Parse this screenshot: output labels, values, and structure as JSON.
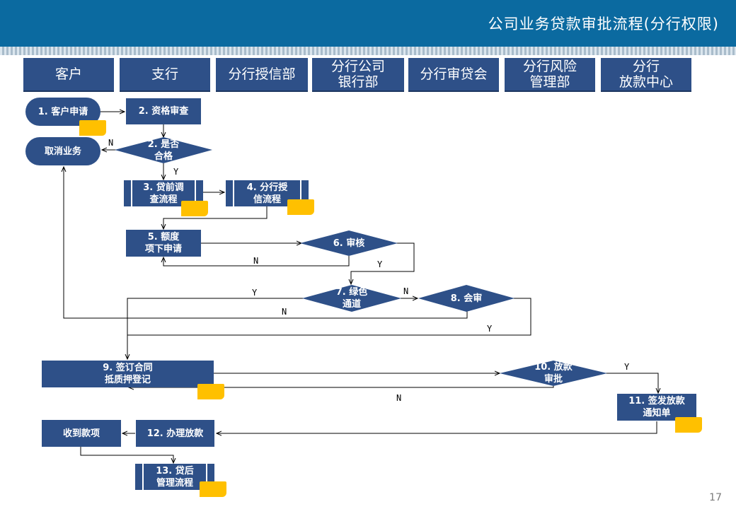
{
  "header": {
    "title": "公司业务贷款审批流程(分行权限)"
  },
  "lanes": [
    {
      "label": "客户"
    },
    {
      "label": "支行"
    },
    {
      "label": "分行授信部"
    },
    {
      "label": "分行公司\n银行部"
    },
    {
      "label": "分行审贷会"
    },
    {
      "label": "分行风险\n管理部"
    },
    {
      "label": "分行\n放款中心"
    }
  ],
  "nodes": {
    "n1": "1. 客户申请",
    "n2": "2. 资格审查",
    "n2d": "2. 是否\n合格",
    "cancel": "取消业务",
    "n3": "3. 贷前调\n查流程",
    "n4": "4. 分行授\n信流程",
    "n5": "5. 额度\n项下申请",
    "n6": "6. 审核",
    "n7": "7. 绿色\n通道",
    "n8": "8. 会审",
    "n9": "9. 签订合同\n抵质押登记",
    "n10": "10. 放款\n审批",
    "n11": "11. 签发放款\n通知单",
    "n12": "12. 办理放款",
    "n13": "13. 贷后\n管理流程",
    "receive": "收到款项"
  },
  "labels": {
    "n": "N",
    "y": "Y"
  },
  "colors": {
    "header": "#0b6aa0",
    "node": "#2e5088",
    "note": "#ffc000"
  },
  "page_number": "17"
}
